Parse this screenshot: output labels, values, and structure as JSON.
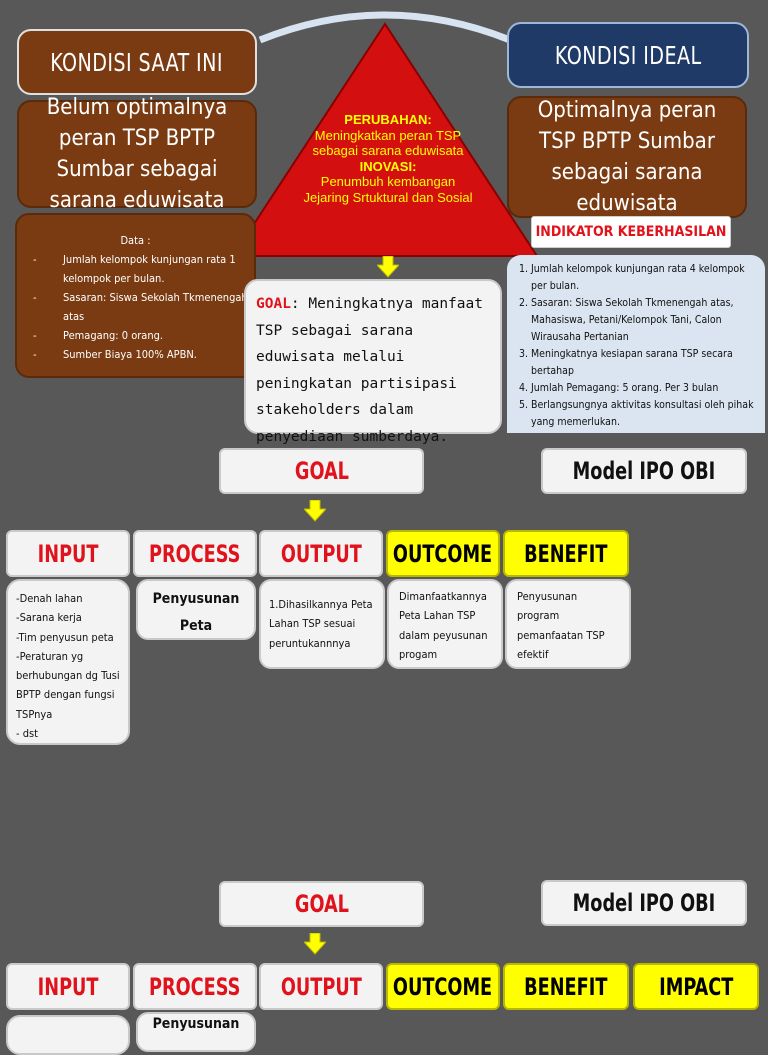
{
  "top": {
    "kondisi_saat_ini": "KONDISI SAAT INI",
    "kondisi_ideal": "KONDISI IDEAL",
    "current_desc": "Belum optimalnya peran TSP BPTP Sumbar sebagai sarana eduwisata",
    "ideal_desc": "Optimalnya peran TSP BPTP Sumbar sebagai sarana eduwisata",
    "data_title": "Data :",
    "data_items": [
      "Jumlah kelompok kunjungan rata 1 kelompok per bulan.",
      "Sasaran: Siswa Sekolah Tkmenengah atas",
      "Pemagang: 0 orang.",
      "Sumber Biaya 100% APBN."
    ],
    "perubahan_label": "PERUBAHAN:",
    "perubahan_text": "Meningkatkan peran TSP sebagai sarana eduwisata",
    "inovasi_label": "INOVASI:",
    "inovasi_text": "Penumbuh kembangan Jejaring Srtuktural dan Sosial",
    "indikator_title": "INDIKATOR KEBERHASILAN",
    "indikator_items": [
      "Jumlah kelompok kunjungan rata 4 kelompok per bulan.",
      "Sasaran: Siswa Sekolah Tkmenengah atas, Mahasiswa, Petani/Kelompok Tani, Calon Wirausaha Pertanian",
      "Meningkatnya kesiapan sarana TSP secara bertahap",
      "Jumlah Pemagang: 5 orang. Per 3 bulan",
      "Berlangsungnya aktivitas konsultasi oleh pihak yang memerlukan."
    ],
    "goal_label": "GOAL",
    "goal_text": ": Meningkatnya manfaat TSP sebagai sarana eduwisata melalui peningkatan partisipasi stakeholders dalam penyediaan sumberdaya."
  },
  "section1": {
    "goal": "GOAL",
    "model": "Model IPO OBI",
    "headers": [
      "INPUT",
      "PROCESS",
      "OUTPUT",
      "OUTCOME",
      "BENEFIT"
    ],
    "input_text": "-Denah lahan\n-Sarana kerja\n-Tim penyusun peta\n-Peraturan yg berhubungan dg Tusi BPTP dengan fungsi TSPnya\n - dst",
    "process_text": "Penyusunan Peta",
    "output_text": "1.Dihasilkannya Peta Lahan TSP sesuai peruntukannnya",
    "outcome_text": "Dimanfaatkannya Peta Lahan TSP dalam peyusunan progam",
    "benefit_text": "Penyusunan program pemanfaatan TSP efektif"
  },
  "section2": {
    "goal": "GOAL",
    "model": "Model IPO OBI",
    "headers": [
      "INPUT",
      "PROCESS",
      "OUTPUT",
      "OUTCOME",
      "BENEFIT",
      "IMPACT"
    ],
    "process_text": "Penyusunan"
  },
  "colors": {
    "background": "#585858",
    "brown": "#7a3b12",
    "navy": "#1f3a66",
    "triangle": "#d40f10",
    "yellow": "#ffff00",
    "red_text": "#e0131c"
  }
}
